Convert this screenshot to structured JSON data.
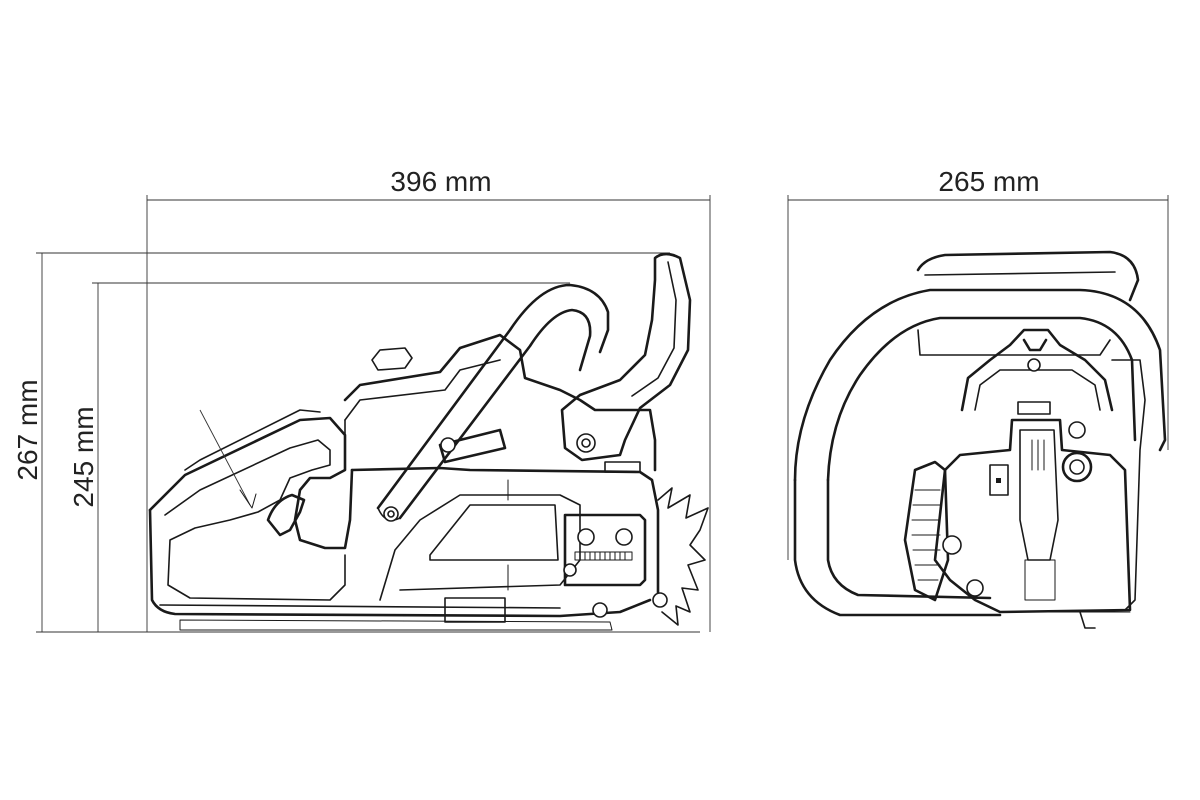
{
  "dimensions": {
    "side_length": "396 mm",
    "side_height_total": "267 mm",
    "side_height_body": "245 mm",
    "front_width": "265 mm"
  },
  "colors": {
    "line": "#1a1a1a",
    "background": "#ffffff",
    "text": "#222222"
  }
}
